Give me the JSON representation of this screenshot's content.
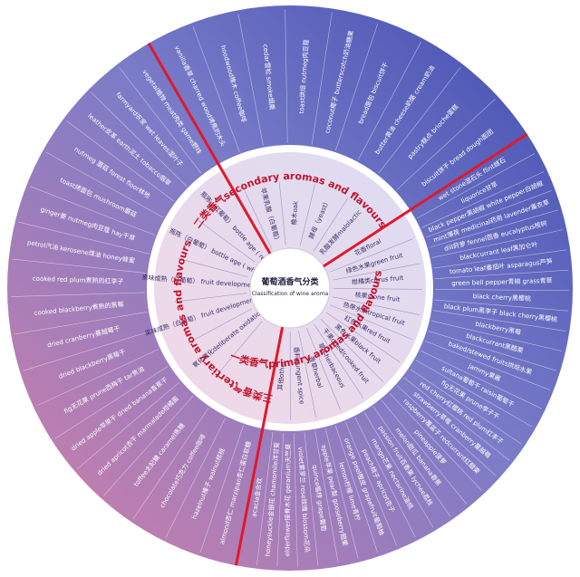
{
  "center": {
    "title": "葡萄酒香气分类",
    "subtitle": "Classification of wine aroma"
  },
  "categories": [
    {
      "key": "secondary",
      "label": "二类香气secondary aromas and flavours"
    },
    {
      "key": "tertiary",
      "label": "三类香气tertiary aromas and flavours"
    },
    {
      "key": "primary",
      "label": "一类香气primary aromas and flavours"
    }
  ],
  "secondary_inner": [
    "苹果乳酸（白葡萄）",
    "橡木oak",
    "酵母（yeast）",
    "乳酸发酵malolactic"
  ],
  "secondary_outer": [
    "vanilla香草 charred wood烤焦的木头",
    "hoodwood橡木 coffee咖啡",
    "cedar雪松 smoke烟熏",
    "toast烘焙 nutmeg肉豆蔻",
    "coconut椰子 butterscotch奶油糖果",
    "bread面包 biscuit饼干",
    "butter黄油 cheese奶酪 cream奶油",
    "pastry糕点 brioche蛋糕",
    "biscuit饼干 bread dough面团"
  ],
  "tertiary_inner": [
    "氧化氧化deliberate oxidation",
    "果味成熟（白葡萄） fruit development ( white )",
    "果味成熟（红葡萄） fruit development ( red )",
    "瓶陈（白葡萄） bottle age ( white )",
    "瓶陈（红葡萄） bottle age ( red )"
  ],
  "tertiary_outer": [
    "almond杏仁 marzipan杏仁蛋白软糖",
    "hazelnut榛子 walnut核桃",
    "chocolate巧克力 coffee咖啡",
    "toffee太妃糖 caramel焦糖",
    "dried apricot杏干 marmalade柑橘酱",
    "dried apple苹果干 dried banana香蕉干",
    "fig无花果 prune西梅干 tar焦油",
    "dried blackberry黑莓干",
    "dried cranberry蔓越莓干",
    "cooked blackberry煮熟的黑莓",
    "cooked red plum煮熟的红李子",
    "petrol汽油 kerosene煤油 honey蜂蜜",
    "ginger姜 nutmeg肉豆蔻 hay干草",
    "toast烤面包 mushroom蘑菇",
    "nutmeg 蘑菇 forest floor林地",
    "leather皮革 earth泥土 tobacco烟草",
    "farmyard农家 wet leaves湿叶子",
    "vegetal植物 meat肉类 game野味"
  ],
  "primary_inner": [
    "花香floral",
    "绿色水果green fruit",
    "柑橘类citrus fruit",
    "核果stone fruit",
    "热带水果tropical fruit",
    "红色水果red fruit",
    "黑色水果black fruit",
    "干果dried/cooked fruit",
    "草本herbaceous",
    "香草herbal",
    "香料pungent spice",
    "其他other"
  ],
  "primary_outer": [
    "wet stone湿石头 flint燧石",
    "liquorice甘草",
    "black pepper黑胡椒 white pepper白胡椒",
    "mint薄荷 medicinal药用 lavender薰衣草",
    "dill莳萝 fennel茴香 eucalyptus桉树",
    "blackcurrant leaf黑加仑叶",
    "tomato leaf番茄叶 asparagus芦笋",
    "green bell pepper青椒 grass青草",
    "black cherry黑樱桃",
    "black plum黑李子 black cherry黑樱桃",
    "blackberry黑莓",
    "blackcurrant黑醋栗",
    "baked/stewed fruits烘焙水果",
    "jammy果酱",
    "sultana葡萄干 raisin葡萄干",
    "fig无花果 prune李子干",
    "red cherry红樱桃 red plum红李子",
    "strawberry草莓 cranberry蔓越莓",
    "raspberry覆盆子 redcurrant红醋栗",
    "pineapple菠萝",
    "melon甜瓜 banana香蕉",
    "passion fruit百香果 lychee荔枝",
    "mango芒果 nectarine油桃",
    "peach桃子 apricot杏子",
    "orange peel橙皮 grapefruit葡萄柚",
    "lemon柠檬 lime青柠",
    "apple苹果 pear梨 gooseberry醋栗",
    "quince榅桲 grape葡萄",
    "violet紫罗兰 rose玫瑰 blossom花朵",
    "elderflower接骨木花 geranium天竺葵",
    "honeysuckle金银花 chamomile洋甘菊",
    "acacia金合欢"
  ]
}
